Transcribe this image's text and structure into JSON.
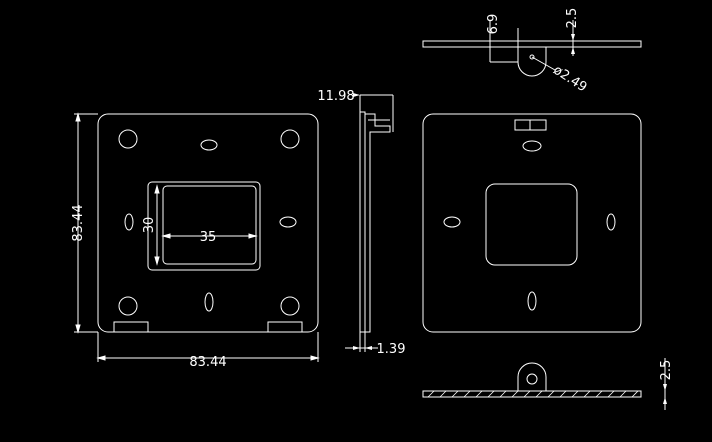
{
  "drawing": {
    "dimensions": {
      "front_width": "83.44",
      "front_height": "83.44",
      "window_width": "35",
      "window_height": "30",
      "side_width": "11.98",
      "side_thickness": "1.39",
      "top_dim_a": "6.9",
      "top_dim_b": "2.5",
      "hole_diameter": "ø2.49",
      "bottom_dim": "2.5"
    }
  },
  "colors": {
    "background": "#000000",
    "outline": "#ffffff",
    "hatch": "#ffffff"
  }
}
